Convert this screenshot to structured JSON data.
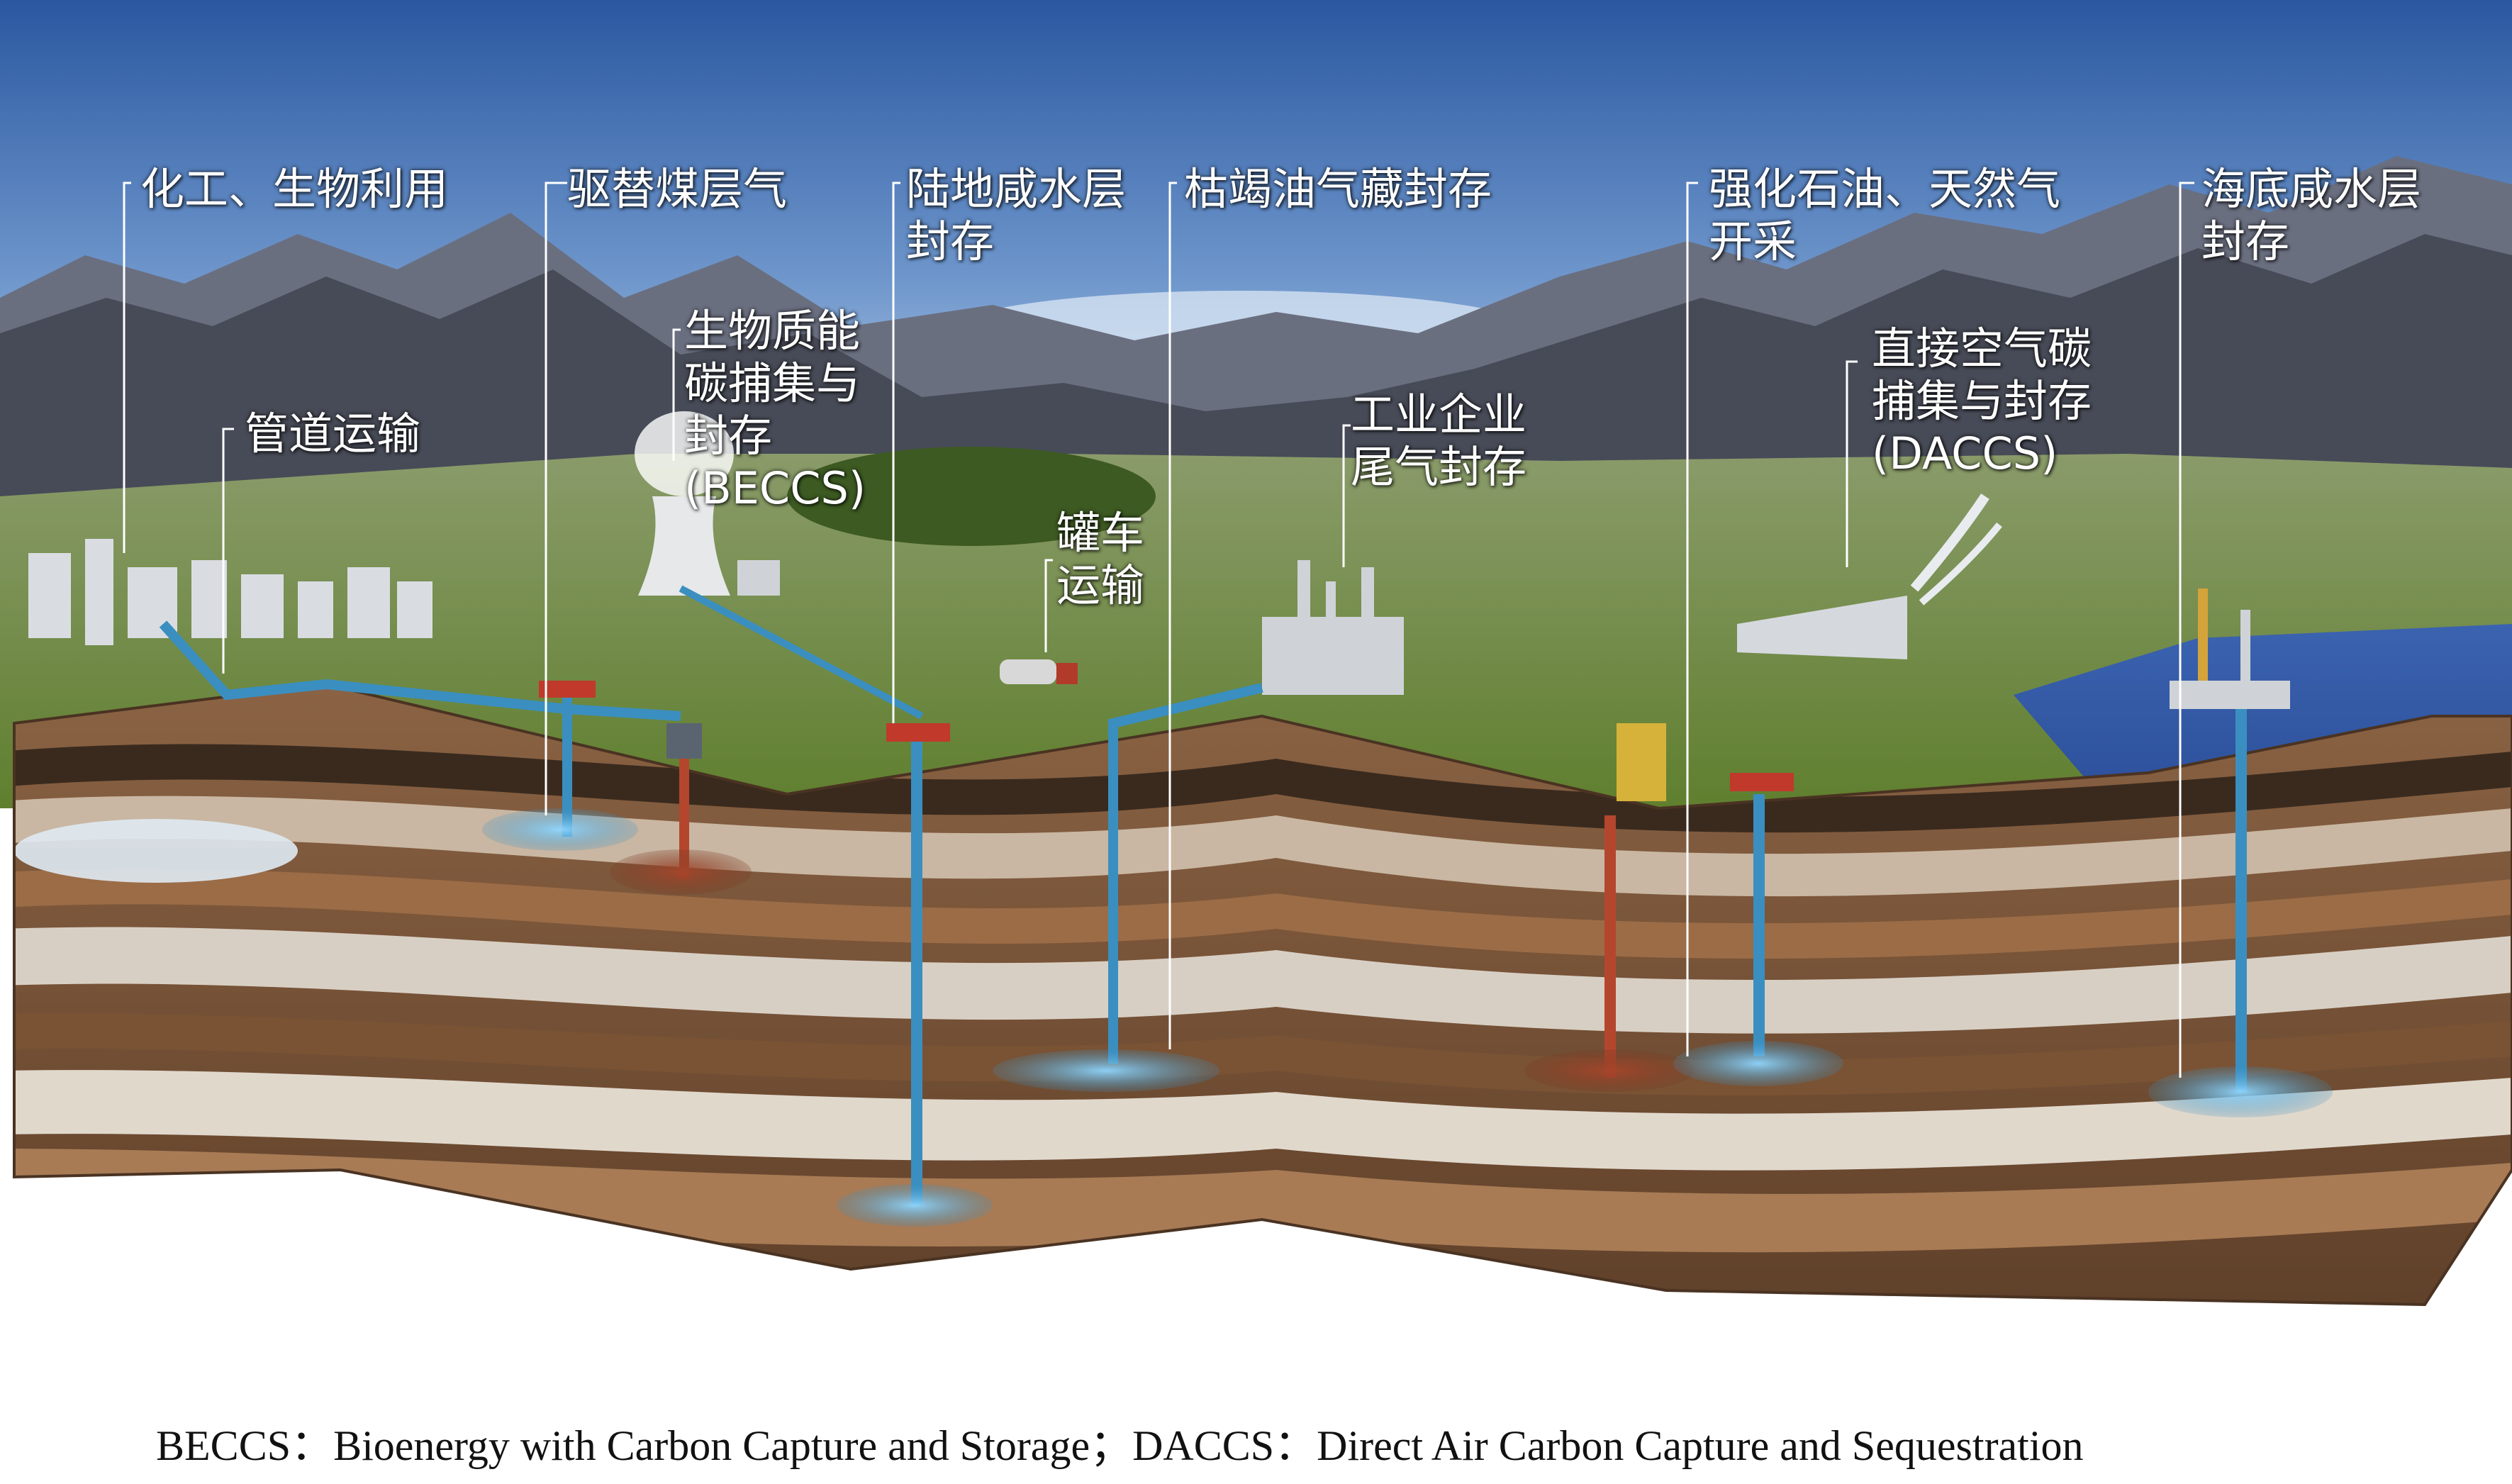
{
  "labels": {
    "chem_bio": "化工、生物利用",
    "ecbm": "驱替煤层气",
    "onshore_saline_1": "陆地咸水层",
    "onshore_saline_2": "封存",
    "depleted_field": "枯竭油气藏封存",
    "eor_1": "强化石油、天然气",
    "eor_2": "开采",
    "offshore_saline_1": "海底咸水层",
    "offshore_saline_2": "封存",
    "pipeline": "管道运输",
    "beccs_1": "生物质能",
    "beccs_2": "碳捕集与",
    "beccs_3": "封存",
    "beccs_4": "(BECCS)",
    "tanker_1": "罐车",
    "tanker_2": "运输",
    "industrial_1": "工业企业",
    "industrial_2": "尾气封存",
    "daccs_1": "直接空气碳",
    "daccs_2": "捕集与封存",
    "daccs_3": "(DACCS)"
  },
  "caption": "BECCS：Bioenergy with Carbon Capture and Storage；DACCS：Direct Air Carbon Capture and Sequestration",
  "colors": {
    "sky_top": "#2f5ea8",
    "sky_bottom": "#b9d1ea",
    "mountain": "#4a4d58",
    "grass": "#6f8a3a",
    "sea": "#1f3f86",
    "injection_pipe": "#3a8fc0",
    "production_pipe": "#b5462e",
    "co2_plume": "#5fb9e6"
  }
}
